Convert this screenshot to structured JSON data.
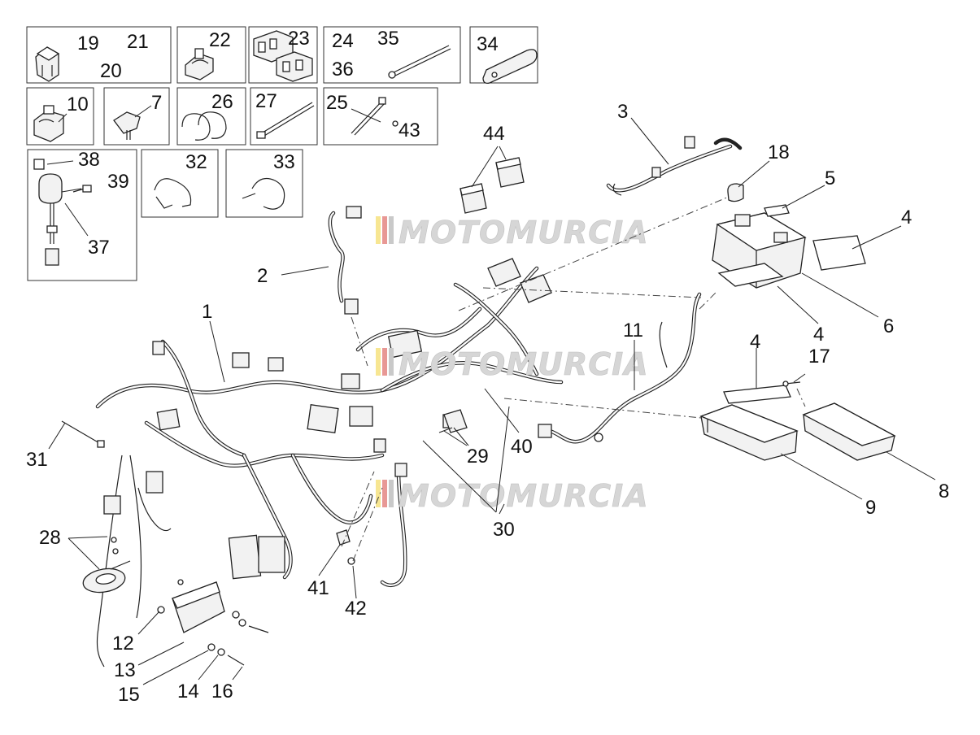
{
  "watermark": {
    "text": "MOTOMURCIA"
  },
  "colors": {
    "flag_yellow": "#f2d64a",
    "flag_red": "#d9534f",
    "line": "#222222"
  },
  "labels": {
    "l1": "1",
    "l2": "2",
    "l3": "3",
    "l4a": "4",
    "l4b": "4",
    "l4c": "4",
    "l5": "5",
    "l6": "6",
    "l7": "7",
    "l8": "8",
    "l9": "9",
    "l10": "10",
    "l11": "11",
    "l12": "12",
    "l13": "13",
    "l14": "14",
    "l15": "15",
    "l16": "16",
    "l17": "17",
    "l18": "18",
    "l19": "19",
    "l20": "20",
    "l21": "21",
    "l22": "22",
    "l23": "23",
    "l24": "24",
    "l25": "25",
    "l26": "26",
    "l27": "27",
    "l28": "28",
    "l29": "29",
    "l30": "30",
    "l31": "31",
    "l32": "32",
    "l33": "33",
    "l34": "34",
    "l35": "35",
    "l36": "36",
    "l37": "37",
    "l38": "38",
    "l39": "39",
    "l40": "40",
    "l41": "41",
    "l42": "42",
    "l43": "43",
    "l44": "44"
  }
}
